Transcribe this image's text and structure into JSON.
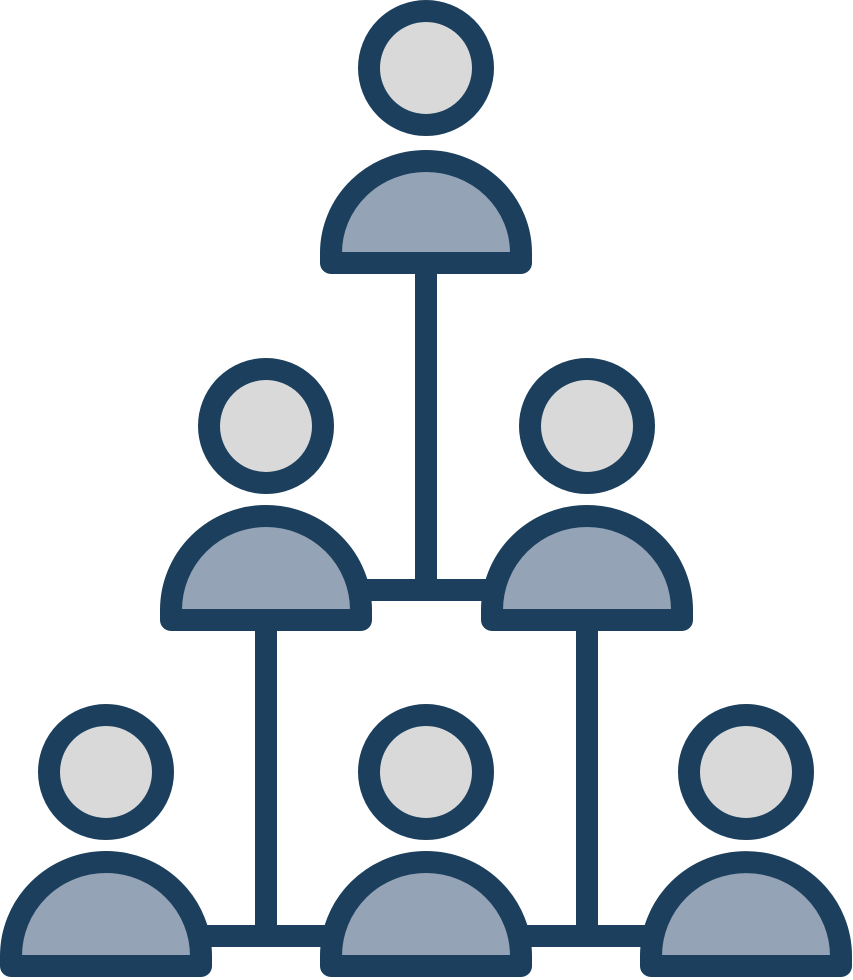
{
  "diagram": {
    "type": "hierarchy",
    "levels": [
      1,
      2,
      3
    ],
    "nodes": [
      {
        "id": "top",
        "icon": "person-icon"
      },
      {
        "id": "mid-left",
        "icon": "person-icon"
      },
      {
        "id": "mid-right",
        "icon": "person-icon"
      },
      {
        "id": "bottom-left",
        "icon": "person-icon"
      },
      {
        "id": "bottom-center",
        "icon": "person-icon"
      },
      {
        "id": "bottom-right",
        "icon": "person-icon"
      }
    ],
    "edges": [
      [
        "top",
        "mid-left"
      ],
      [
        "top",
        "mid-right"
      ],
      [
        "mid-left",
        "bottom-left"
      ],
      [
        "mid-left",
        "bottom-center"
      ],
      [
        "mid-right",
        "bottom-center"
      ],
      [
        "mid-right",
        "bottom-right"
      ]
    ]
  },
  "colors": {
    "stroke": "#1b3f5c",
    "head_fill": "#d9d9d9",
    "body_fill": "#94a3b5",
    "background": "#ffffff"
  }
}
